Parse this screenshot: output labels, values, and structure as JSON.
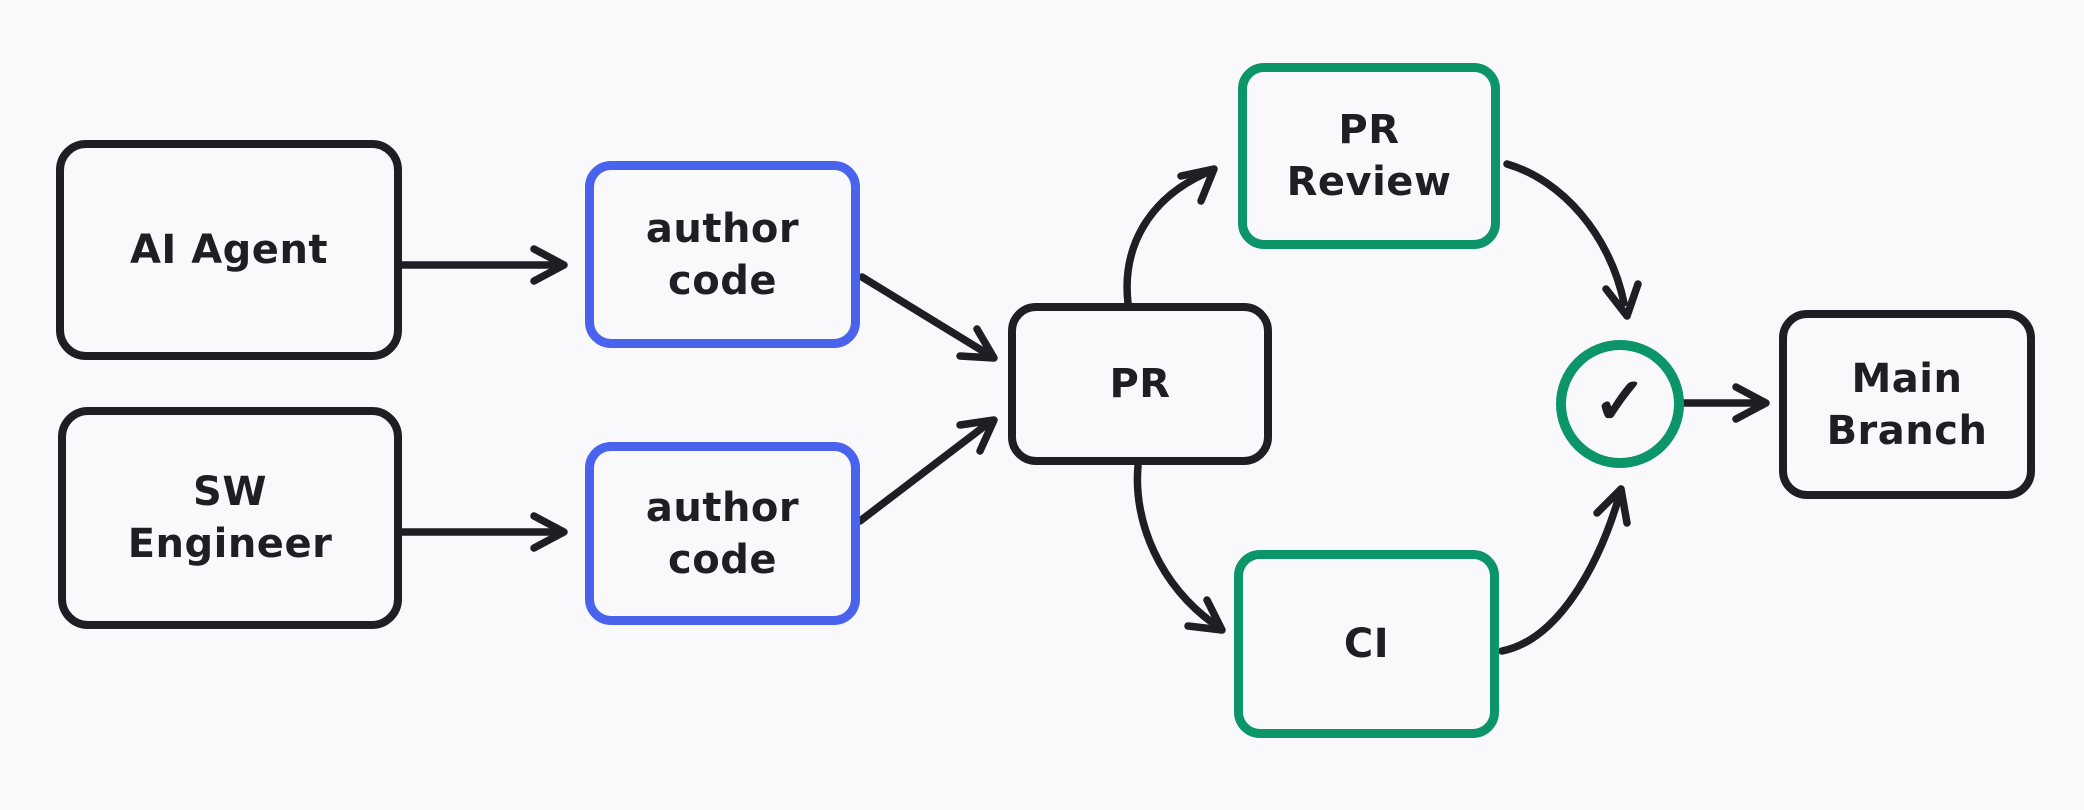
{
  "colors": {
    "background": "#f9f9fc",
    "stroke_dark": "#1e1e24",
    "stroke_blue": "#4a63ec",
    "stroke_green": "#0c9569"
  },
  "nodes": {
    "ai_agent": {
      "label": "AI Agent"
    },
    "sw_engineer": {
      "label": "SW\nEngineer"
    },
    "author_code_top": {
      "label": "author\ncode"
    },
    "author_code_bottom": {
      "label": "author\ncode"
    },
    "pr": {
      "label": "PR"
    },
    "pr_review": {
      "label": "PR\nReview"
    },
    "ci": {
      "label": "CI"
    },
    "approval_check": {
      "symbol": "✓"
    },
    "main_branch": {
      "label": "Main\nBranch"
    }
  },
  "edges": [
    {
      "from": "AI Agent",
      "to": "author code (top)"
    },
    {
      "from": "SW Engineer",
      "to": "author code (bottom)"
    },
    {
      "from": "author code (top)",
      "to": "PR"
    },
    {
      "from": "author code (bottom)",
      "to": "PR"
    },
    {
      "from": "PR",
      "to": "PR Review"
    },
    {
      "from": "PR",
      "to": "CI"
    },
    {
      "from": "PR Review",
      "to": "approval check"
    },
    {
      "from": "CI",
      "to": "approval check"
    },
    {
      "from": "approval check",
      "to": "Main Branch"
    }
  ]
}
